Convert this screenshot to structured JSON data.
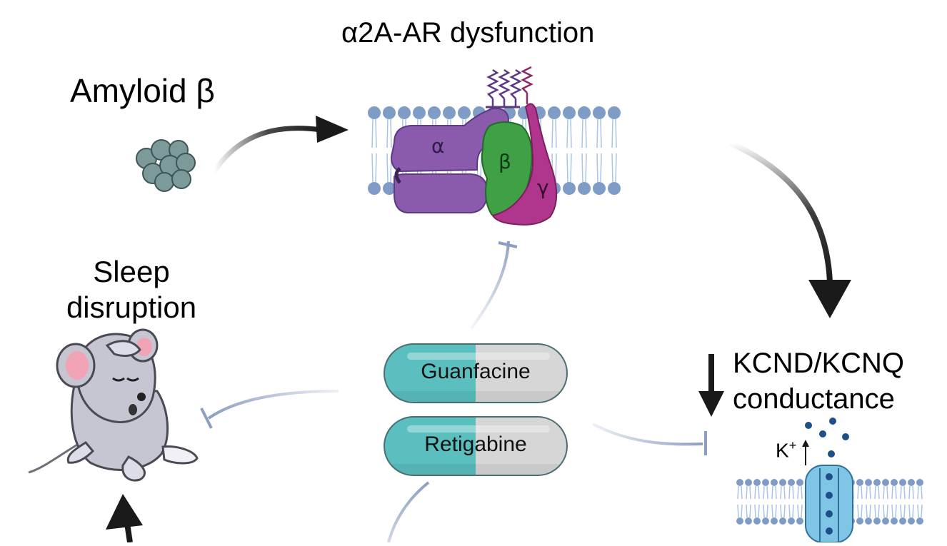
{
  "diagram": {
    "title": "α2A-AR dysfunction",
    "amyloid_label": "Amyloid β",
    "sleep_line1": "Sleep",
    "sleep_line2": "disruption",
    "kcn_line1": "KCND/KCNQ",
    "kcn_line2": "conductance",
    "k_ion": "K",
    "k_charge": "+",
    "drug1": "Guanfacine",
    "drug2": "Retigabine",
    "subunit_alpha": "α",
    "subunit_beta": "β",
    "subunit_gamma": "γ"
  },
  "colors": {
    "arrow_dark": "#1a1a1a",
    "inhibit_line": "#8d9ec0",
    "pill_teal": "#5bbfc0",
    "pill_grey": "#d6d6d6",
    "alpha_purple": "#8a5aad",
    "beta_green": "#3fa046",
    "gamma_magenta": "#b0358c",
    "membrane_head": "#7f9cc7",
    "channel_blue": "#7ec5e6",
    "amyloid_grey": "#7c9a9a"
  }
}
